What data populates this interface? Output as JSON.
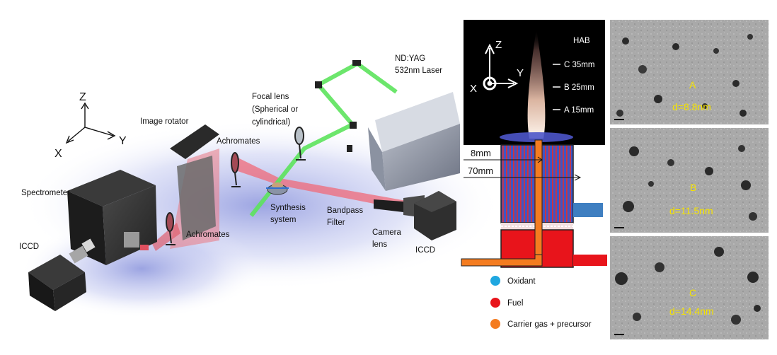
{
  "setup": {
    "axes": {
      "z": "Z",
      "x": "X",
      "y": "Y"
    },
    "labels": {
      "image_rotator": "Image rotator",
      "achromates_top": "Achromates",
      "achromates_bottom": "Achromates",
      "spectrometer": "Spectrometer",
      "iccd_left": "ICCD",
      "focal_lens_1": "Focal lens",
      "focal_lens_2": "(Spherical or",
      "focal_lens_3": "cylindrical)",
      "laser_1": "ND:YAG",
      "laser_2": "532nm Laser",
      "synthesis_1": "Synthesis",
      "synthesis_2": "system",
      "bandpass_1": "Bandpass",
      "bandpass_2": "Filter",
      "camera_1": "Camera",
      "camera_2": "lens",
      "iccd_right": "ICCD"
    }
  },
  "burner": {
    "axes": {
      "z": "Z",
      "x": "X",
      "y": "Y"
    },
    "hab_title": "HAB",
    "hab_marks": [
      "C 35mm",
      "B 25mm",
      "A 15mm"
    ],
    "dim_inner": "8mm",
    "dim_outer": "70mm",
    "legend": [
      {
        "label": "Oxidant",
        "color": "#1fa7e0"
      },
      {
        "label": "Fuel",
        "color": "#e8141b"
      },
      {
        "label": "Carrier gas + precursor",
        "color": "#f47c20"
      }
    ]
  },
  "tem": [
    {
      "letter": "A",
      "size": "d=8.8nm"
    },
    {
      "letter": "B",
      "size": "d=11.5nm"
    },
    {
      "letter": "C",
      "size": "d=14.4nm"
    }
  ]
}
